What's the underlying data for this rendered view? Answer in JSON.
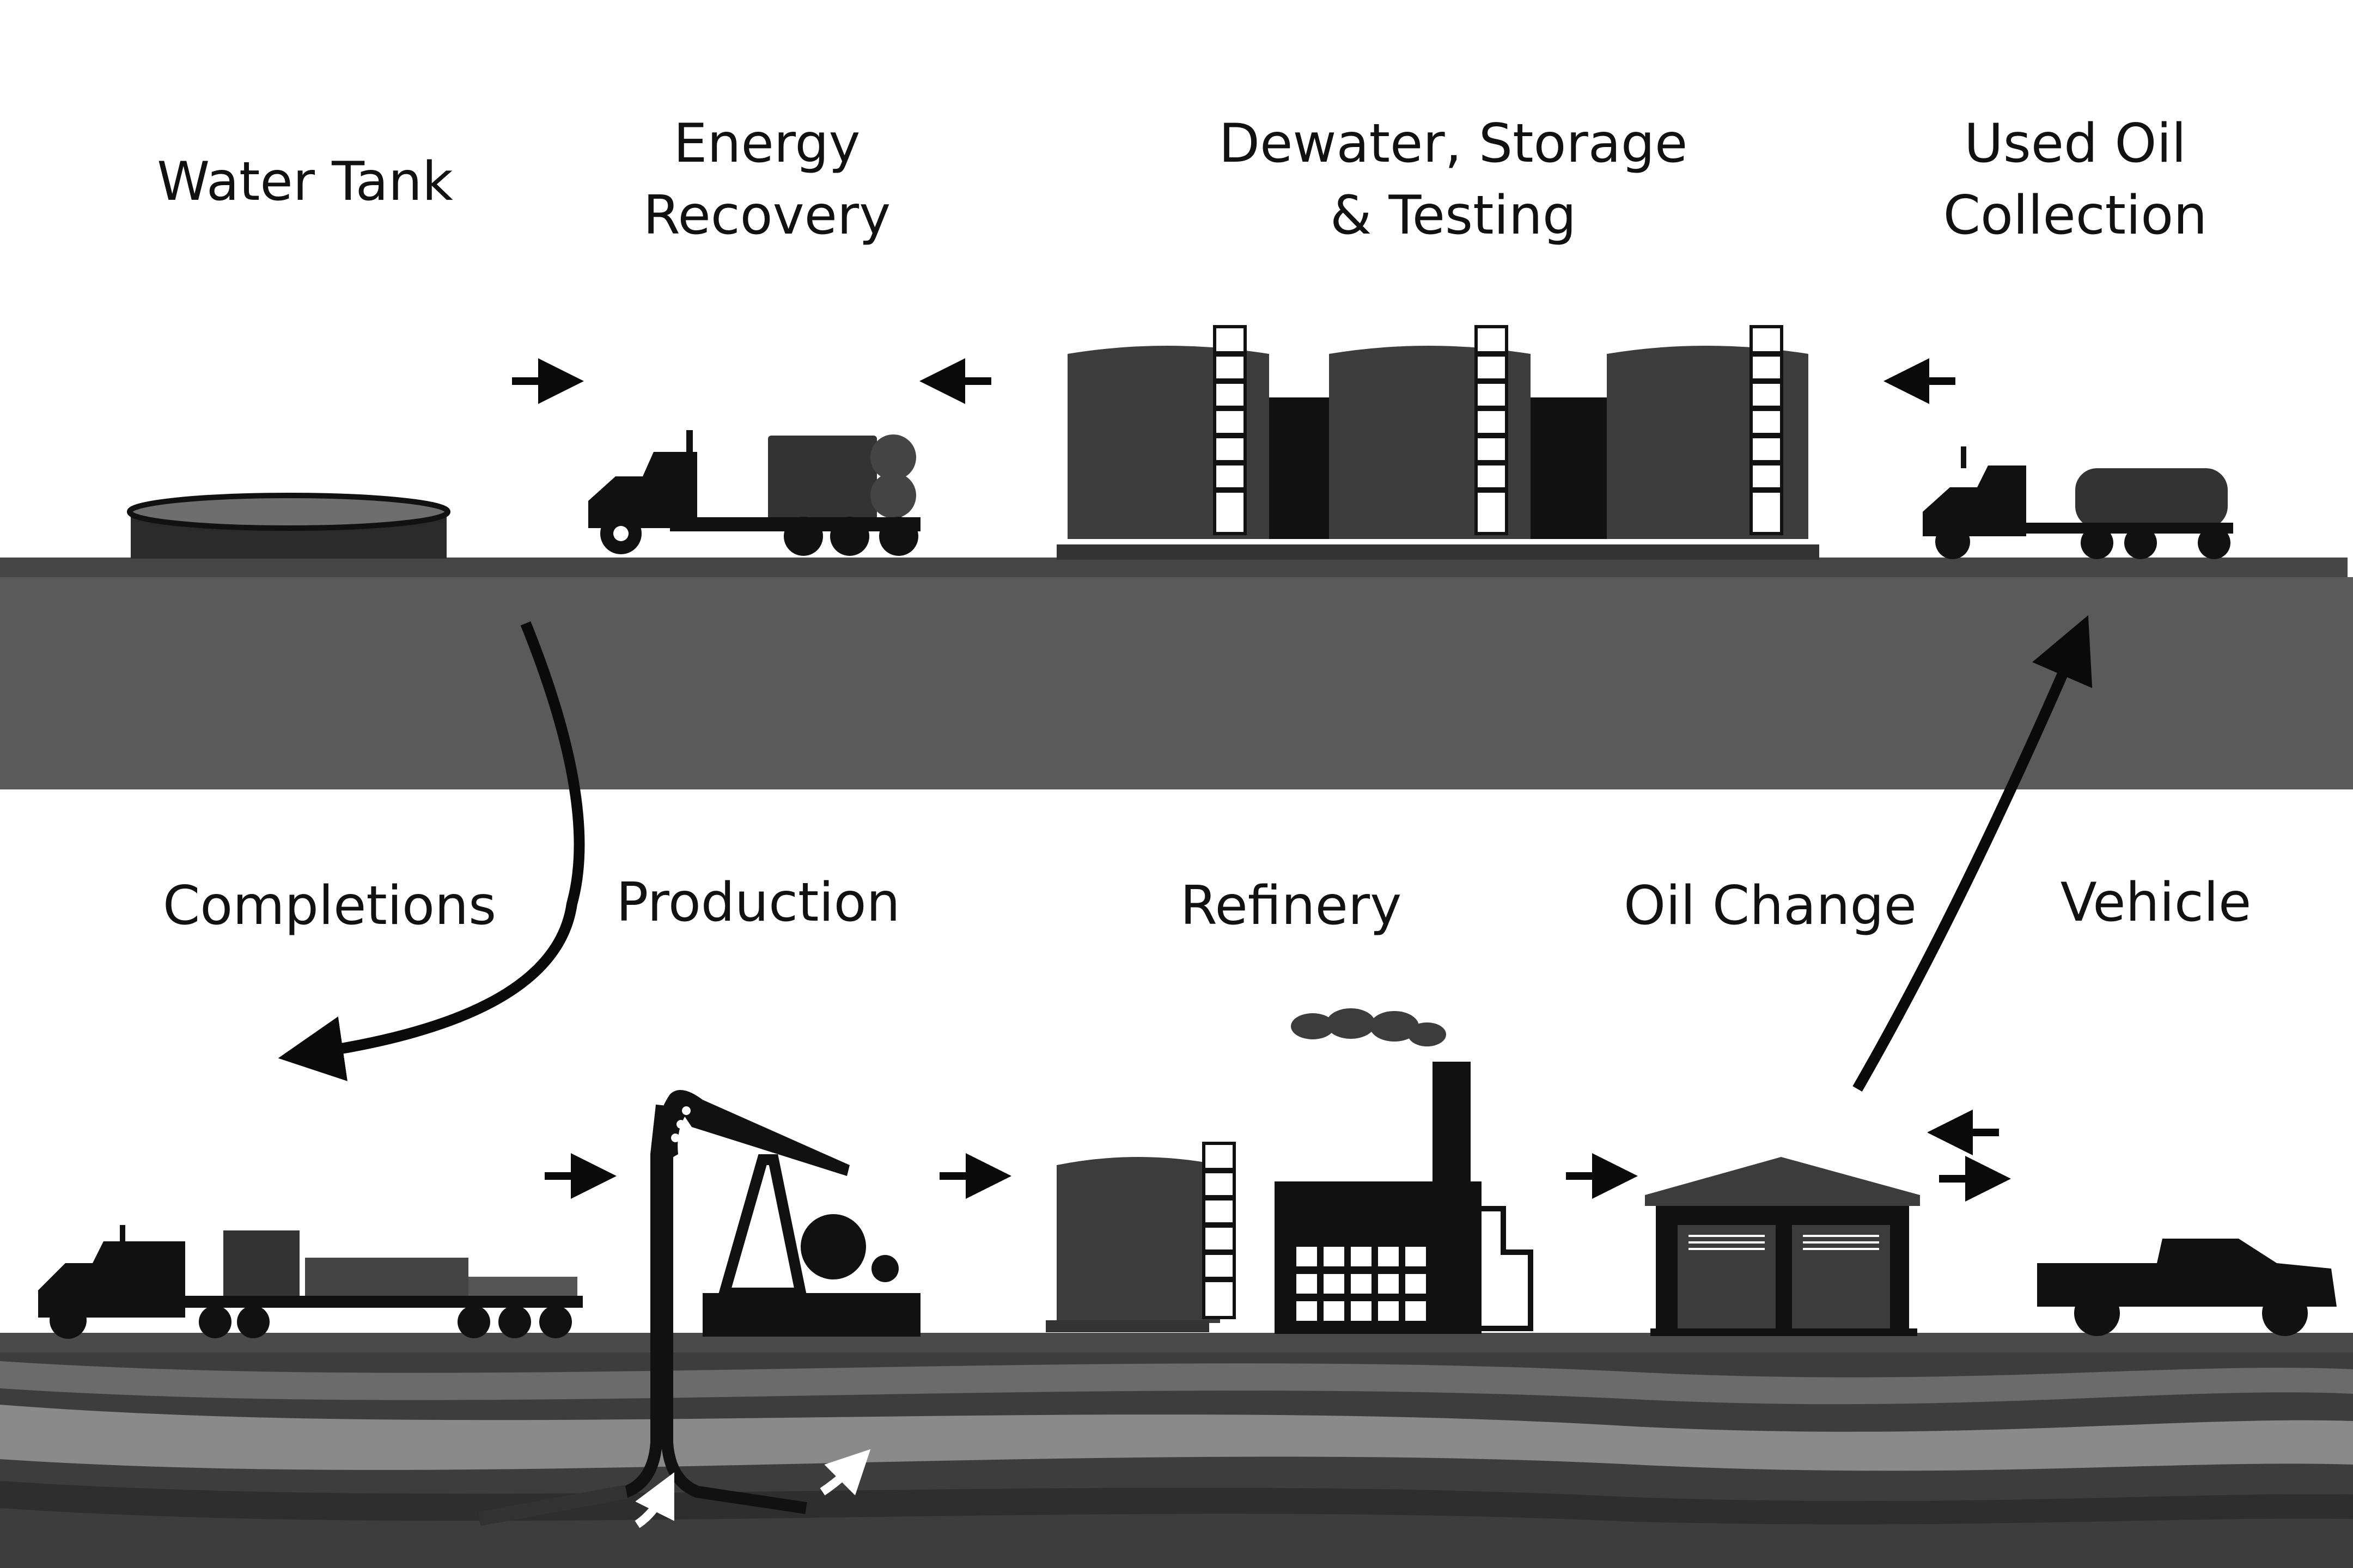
{
  "labels": {
    "water_tank": "Water Tank",
    "energy_recovery": [
      "Energy",
      "Recovery"
    ],
    "dewater": [
      "Dewater, Storage",
      "& Testing"
    ],
    "used_oil": [
      "Used Oil",
      "Collection"
    ],
    "completions": "Completions",
    "production": "Production",
    "refinery": "Refinery",
    "oil_change": "Oil Change",
    "vehicle": "Vehicle"
  },
  "colors": {
    "ground_top": "#464646",
    "ground_band": "#5a5a5a",
    "silhouette": "#111111",
    "tank_body": "#3c3c3c",
    "layer_light": "#8a8a8a",
    "layer_mid": "#6b6b6b",
    "layer_dark": "#3d3d3d",
    "arrow": "#0a0a0a"
  },
  "icons": [
    "water-tank-icon",
    "tanker-truck-icon",
    "storage-tanks-icon",
    "used-oil-truck-icon",
    "frac-truck-icon",
    "pumpjack-icon",
    "refinery-icon",
    "garage-icon",
    "pickup-truck-icon"
  ]
}
